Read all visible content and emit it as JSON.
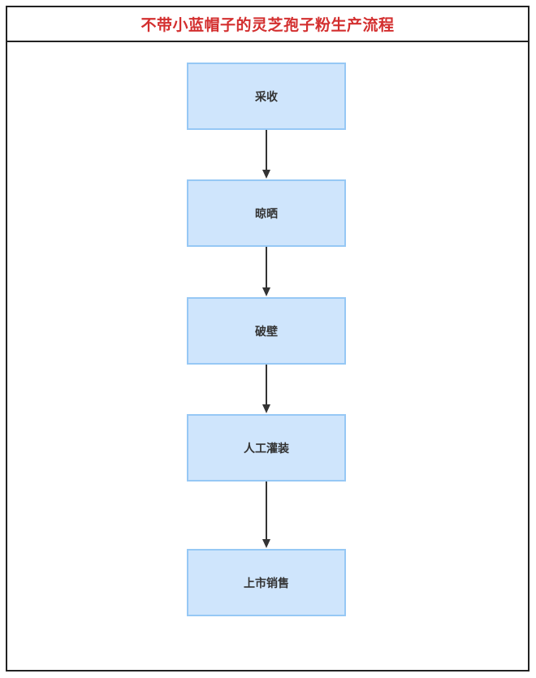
{
  "title": "不带小蓝帽子的灵芝孢子粉生产流程",
  "colors": {
    "title": "#d32f2f",
    "node_fill": "#cfe5fc",
    "node_border": "#96c8f5",
    "node_text": "#333333",
    "arrow": "#333333",
    "frame": "#222222"
  },
  "steps": [
    {
      "label": "采收"
    },
    {
      "label": "晾晒"
    },
    {
      "label": "破壁"
    },
    {
      "label": "人工灌装"
    },
    {
      "label": "上市销售"
    }
  ],
  "edges": [
    {
      "from": 0,
      "to": 1
    },
    {
      "from": 1,
      "to": 2
    },
    {
      "from": 2,
      "to": 3
    },
    {
      "from": 3,
      "to": 4
    }
  ]
}
